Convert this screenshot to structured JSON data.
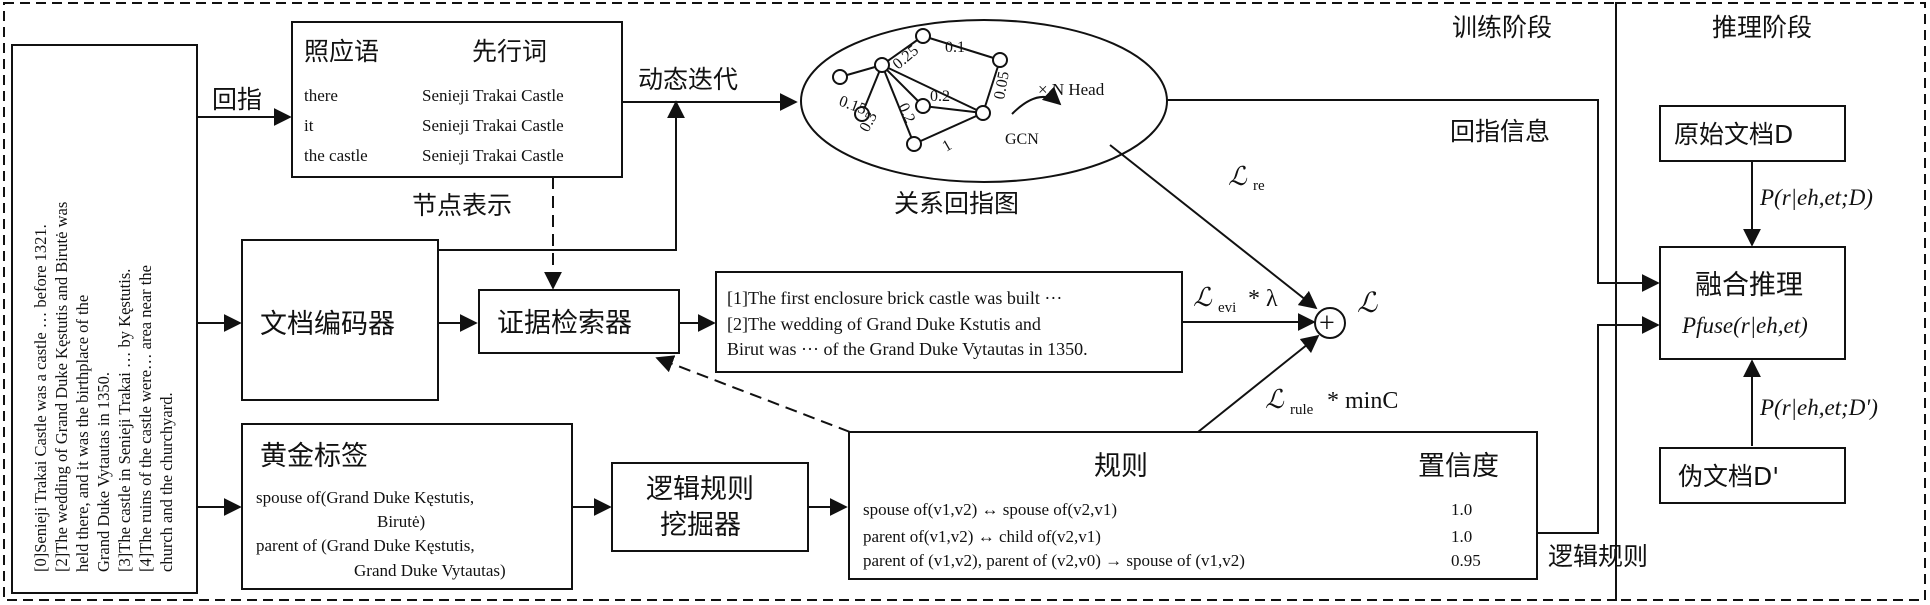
{
  "stages": {
    "training": "训练阶段",
    "inference": "推理阶段"
  },
  "document": {
    "lines": [
      "[0]Senieji Trakai Castle was a castle … before 1321.",
      "[2]The wedding of Grand Duke Kęstutis and Birutė was",
      "held there, and it was the birthplace of the",
      "Grand Duke Vytautas in 1350.",
      "[3]The castle in Senieji Trakai … by Kęstutis.",
      "[4]The ruins of the castle were… area near the",
      "church and the churchyard."
    ]
  },
  "coref_table": {
    "col1": "照应语",
    "col2": "先行词",
    "rows": [
      {
        "anaphor": "there",
        "antecedent": "Senieji Trakai Castle"
      },
      {
        "anaphor": "it",
        "antecedent": "Senieji Trakai Castle"
      },
      {
        "anaphor": "the castle",
        "antecedent": "Senieji Trakai Castle"
      }
    ]
  },
  "labels": {
    "coref": "回指",
    "dynamic_iter": "动态迭代",
    "node_repr": "节点表示",
    "coref_info": "回指信息",
    "logic_rules": "逻辑规则"
  },
  "graph": {
    "title": "关系回指图",
    "edge_weights": [
      "0.25",
      "0.1",
      "0.15",
      "0.3",
      "0.2",
      "0.2",
      "0.05",
      "1"
    ],
    "head": "× N Head",
    "gcn": "GCN"
  },
  "modules": {
    "encoder": "文档编码器",
    "retriever": "证据检索器",
    "miner_line1": "逻辑规则",
    "miner_line2": "挖掘器"
  },
  "evidence": {
    "lines": [
      "[1]The first enclosure brick castle was built ···",
      "[2]The wedding of Grand Duke Kstutis and",
      "Birut was ··· of the Grand Duke Vytautas in 1350."
    ]
  },
  "losses": {
    "l_re": "ℒ",
    "l_re_sub": "re",
    "l_evi": "ℒ",
    "l_evi_sub": "evi",
    "l_evi_tail": "* λ",
    "l_rule": "ℒ",
    "l_rule_sub": "rule",
    "l_rule_tail": "* minC",
    "total": "ℒ",
    "plus": "+"
  },
  "gold": {
    "title": "黄金标签",
    "lines": [
      "spouse of(Grand Duke Kęstutis,",
      "Birutė)",
      "parent of (Grand Duke Kęstutis,",
      "Grand Duke Vytautas)"
    ]
  },
  "rules_table": {
    "col1": "规则",
    "col2": "置信度",
    "rows": [
      {
        "rule": "spouse of(v1,v2) ↔ spouse of(v2,v1)",
        "conf": "1.0"
      },
      {
        "rule": "parent of(v1,v2) ↔ child of(v2,v1)",
        "conf": "1.0"
      },
      {
        "rule": "parent of (v1,v2), parent of (v2,v0) → spouse of (v1,v2)",
        "conf": "0.95"
      }
    ]
  },
  "inference": {
    "orig_doc": "原始文档D",
    "pseudo_doc": "伪文档D'",
    "p_orig": "P(r|eh,et;D)",
    "p_pseudo": "P(r|eh,et;D')",
    "fusion": "融合推理",
    "p_fuse": "Pfuse(r|eh,et)"
  }
}
